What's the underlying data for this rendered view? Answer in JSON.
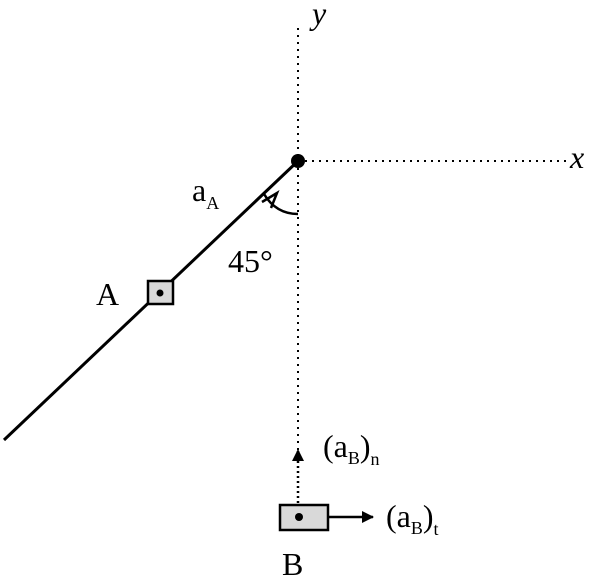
{
  "axes": {
    "x_label": "x",
    "y_label": "y"
  },
  "labels": {
    "block_a": "A",
    "block_b": "B",
    "angle": "45°",
    "accel_a_main": "a",
    "accel_a_sub": "A",
    "accel_bn_open": "(a",
    "accel_bn_inner_sub": "B",
    "accel_bn_close": ")",
    "accel_bn_sub": "n",
    "accel_bt_open": "(a",
    "accel_bt_inner_sub": "B",
    "accel_bt_close": ")",
    "accel_bt_sub": "t"
  },
  "colors": {
    "ink": "#000000",
    "block_fill": "#d9d9d9"
  }
}
